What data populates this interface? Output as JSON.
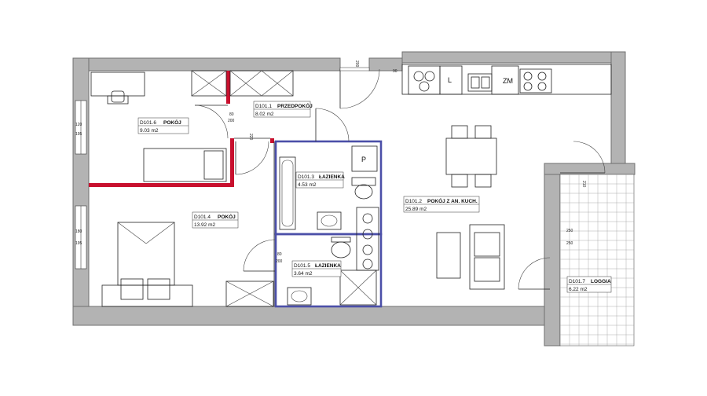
{
  "rooms": [
    {
      "code": "D101.1",
      "name": "PRZEDPOKÓJ",
      "area": "8.02 m2"
    },
    {
      "code": "D101.2",
      "name": "POKÓJ Z AN. KUCH.",
      "area": "25.89 m2"
    },
    {
      "code": "D101.3",
      "name": "ŁAZIENKA",
      "area": "4.53 m2"
    },
    {
      "code": "D101.4",
      "name": "POKÓJ",
      "area": "13.92 m2"
    },
    {
      "code": "D101.5",
      "name": "ŁAZIENKA",
      "area": "3.64 m2"
    },
    {
      "code": "D101.6",
      "name": "POKÓJ",
      "area": "9.03 m2"
    },
    {
      "code": "D101.7",
      "name": "LOGGIA",
      "area": "6.22 m2"
    }
  ],
  "fixtures": {
    "fridge": "L",
    "freezer": "ZM",
    "washer": "P"
  },
  "dims": {
    "d80": "80",
    "d200": "200",
    "d220": "220",
    "d120": "120",
    "d195": "195",
    "d180": "180",
    "d250": "250",
    "d210": "210",
    "d90": "90"
  }
}
